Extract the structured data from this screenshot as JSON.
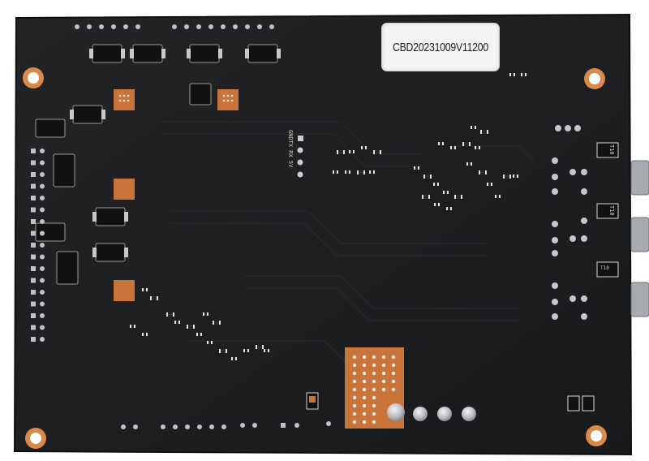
{
  "photo": {
    "board_label": "CBD20231009V11200",
    "header_pins_label": "GNDTX RX 5V",
    "transformer_labels": [
      "T10",
      "T10",
      "T10"
    ],
    "colors": {
      "background": "#ffffff",
      "board": "#1c1d1f",
      "board_edge": "#121314",
      "pad_copper": "#c8743a",
      "hole_ring": "#d98a4a",
      "silver": "#bfc2c6"
    }
  }
}
